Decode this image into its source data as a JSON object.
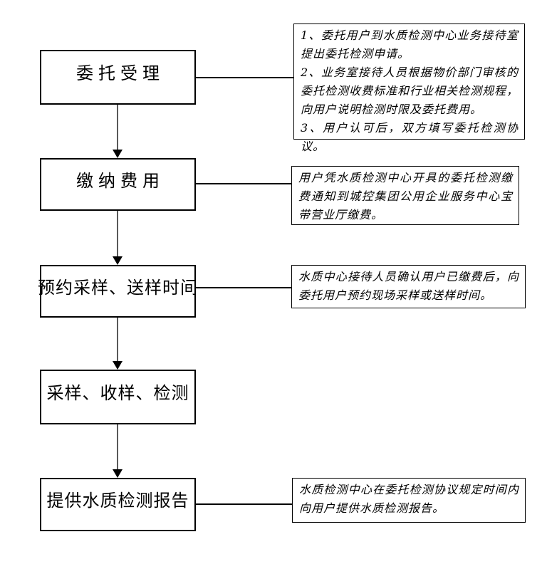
{
  "diagram": {
    "title_hint": "水质委托检测业务流程图",
    "background_color": "#ffffff",
    "box_border_color": "#000000",
    "connector_color": "#000000",
    "arrow_line_color": "#595959",
    "arrow_head_color": "#000000"
  },
  "flow_steps": [
    {
      "label": "委托受理"
    },
    {
      "label": "缴纳费用"
    },
    {
      "label": "预约采样、送样时间"
    },
    {
      "label": "采样、收样、检测"
    },
    {
      "label": "提供水质检测报告"
    }
  ],
  "annotations": [
    {
      "for_step": "委托受理",
      "items": [
        "1、委托用户到水质检测中心业务接待室提出委托检测申请。",
        "2、业务室接待人员根据物价部门审核的委托检测收费标准和行业相关检测规程，向用户说明检测时限及委托费用。",
        "3、用户认可后，双方填写委托检测协议。"
      ]
    },
    {
      "for_step": "缴纳费用",
      "items": [
        "用户凭水质检测中心开具的委托检测缴费通知到城控集团公用企业服务中心宝带营业厅缴费。"
      ]
    },
    {
      "for_step": "预约采样、送样时间",
      "items": [
        "水质中心接待人员确认用户已缴费后，向委托用户预约现场采样或送样时间。"
      ]
    },
    {
      "for_step": "提供水质检测报告",
      "items": [
        "水质检测中心在委托检测协议规定时间内向用户提供水质检测报告。"
      ]
    }
  ]
}
